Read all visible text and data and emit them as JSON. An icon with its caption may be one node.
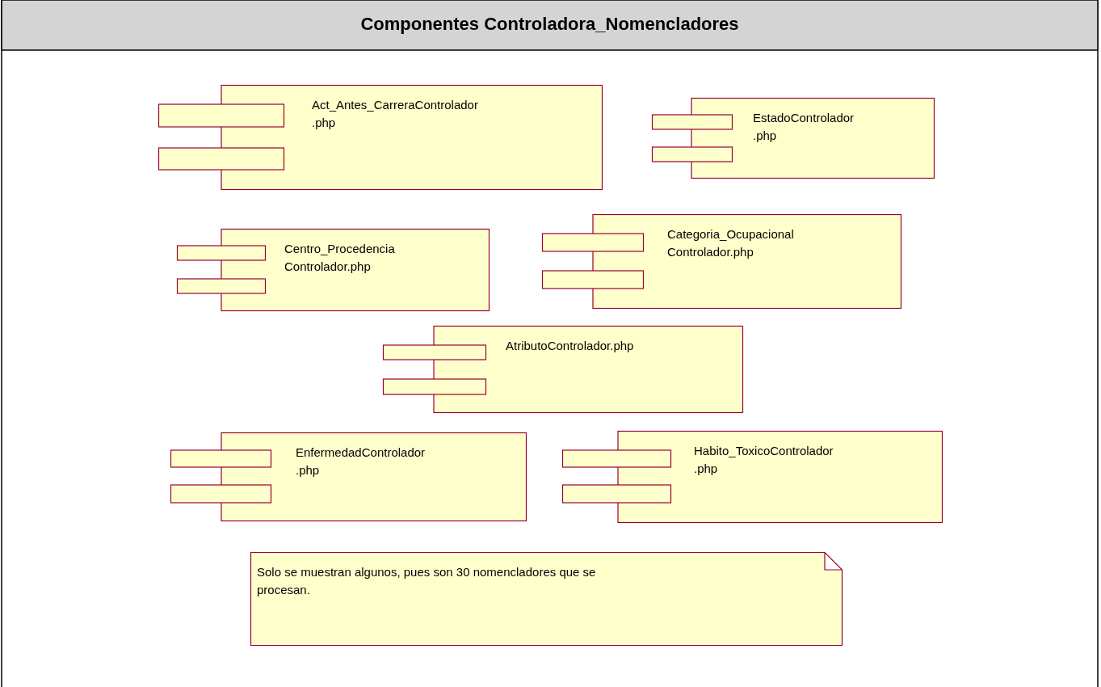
{
  "diagram": {
    "nodes": [
      {
        "text": [
          "Componentes Controladora_Nomencladores"
        ]
      },
      {
        "text": [
          "Act_Antes_CarreraControlador .php"
        ],
        "in": 0
      },
      {
        "text": [
          "EstadoControlador .php"
        ],
        "in": 0
      },
      {
        "text": [
          "Centro_Procedencia Controlador.php"
        ],
        "in": 0
      },
      {
        "text": [
          "Categoria_Ocupacional Controlador.php"
        ],
        "in": 0
      },
      {
        "text": [
          "AtributoControlador.php"
        ],
        "in": 0
      },
      {
        "text": [
          "EnfermedadControlador .php"
        ],
        "in": 0
      },
      {
        "text": [
          "Habito_ToxicoControlador .php"
        ],
        "in": 0
      },
      {
        "text": [
          "Solo se muestran algunos, pues son 30 nomencladores que se procesan."
        ],
        "in": 0
      }
    ],
    "edges": []
  }
}
